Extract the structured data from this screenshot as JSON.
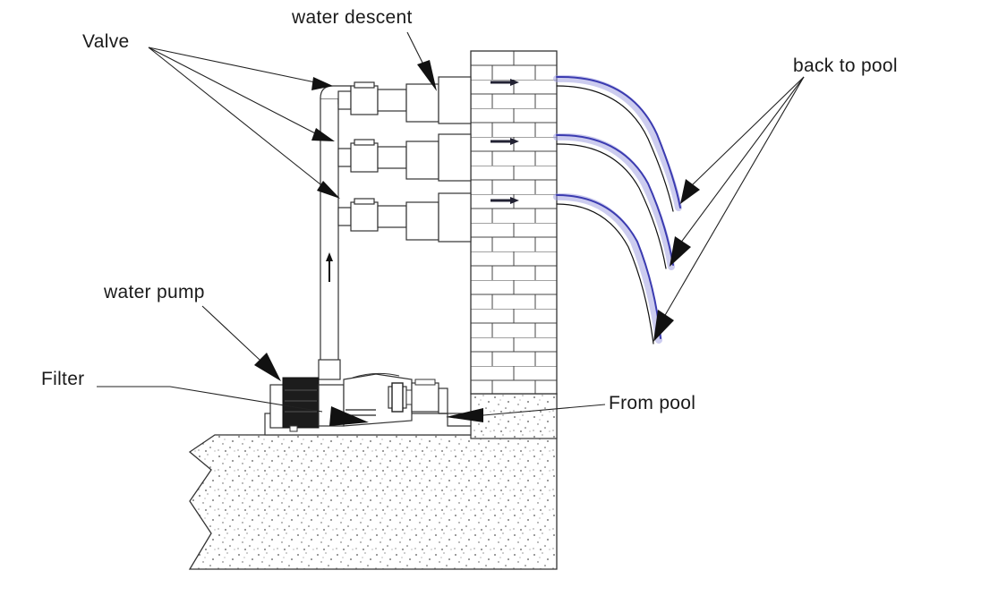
{
  "labels": {
    "valve": "Valve",
    "water_descent": "water descent",
    "back_to_pool": "back to pool",
    "water_pump": "water pump",
    "filter": "Filter",
    "from_pool": "From pool"
  },
  "colors": {
    "jet": "#3b3bb0",
    "jet_light": "#9a9ae0",
    "outline": "#333333",
    "concrete_speck": "#555555"
  },
  "icons": {
    "flow_arrow": "right-arrow-icon",
    "up_arrow": "up-arrow-icon"
  }
}
